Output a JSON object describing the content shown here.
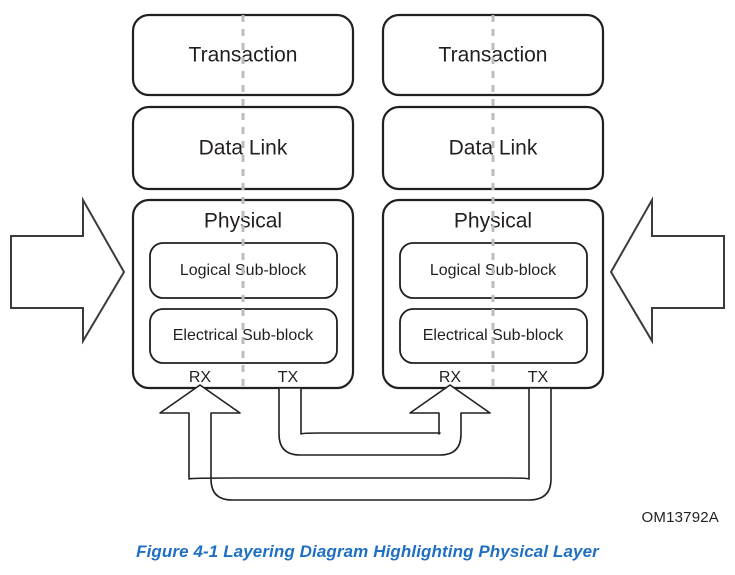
{
  "figure": {
    "code": "OM13792A",
    "caption": "Figure  4-1  Layering Diagram Highlighting Physical Layer",
    "accent_color": "#1f6fc4",
    "line_color": "#231f20",
    "divider_color": "#bcbcbc",
    "background": "#ffffff"
  },
  "stacks": [
    {
      "id": "left-stack",
      "layers": [
        {
          "name": "transaction",
          "label": "Transaction"
        },
        {
          "name": "data-link",
          "label": "Data Link"
        },
        {
          "name": "physical",
          "label": "Physical"
        }
      ],
      "sub_blocks": [
        {
          "name": "logical-sub-block",
          "label": "Logical Sub-block"
        },
        {
          "name": "electrical-sub-block",
          "label": "Electrical Sub-block"
        }
      ],
      "ports": [
        {
          "name": "rx",
          "label": "RX"
        },
        {
          "name": "tx",
          "label": "TX"
        }
      ]
    },
    {
      "id": "right-stack",
      "layers": [
        {
          "name": "transaction",
          "label": "Transaction"
        },
        {
          "name": "data-link",
          "label": "Data Link"
        },
        {
          "name": "physical",
          "label": "Physical"
        }
      ],
      "sub_blocks": [
        {
          "name": "logical-sub-block",
          "label": "Logical Sub-block"
        },
        {
          "name": "electrical-sub-block",
          "label": "Electrical Sub-block"
        }
      ],
      "ports": [
        {
          "name": "rx",
          "label": "RX"
        },
        {
          "name": "tx",
          "label": "TX"
        }
      ]
    }
  ],
  "flow_arrows": [
    {
      "name": "inbound-left-arrow",
      "direction": "right"
    },
    {
      "name": "inbound-right-arrow",
      "direction": "left"
    }
  ],
  "links": [
    {
      "name": "right-tx-to-left-rx",
      "from": "right-stack.tx",
      "to": "left-stack.rx"
    },
    {
      "name": "left-tx-to-right-rx",
      "from": "left-stack.tx",
      "to": "right-stack.rx"
    }
  ]
}
